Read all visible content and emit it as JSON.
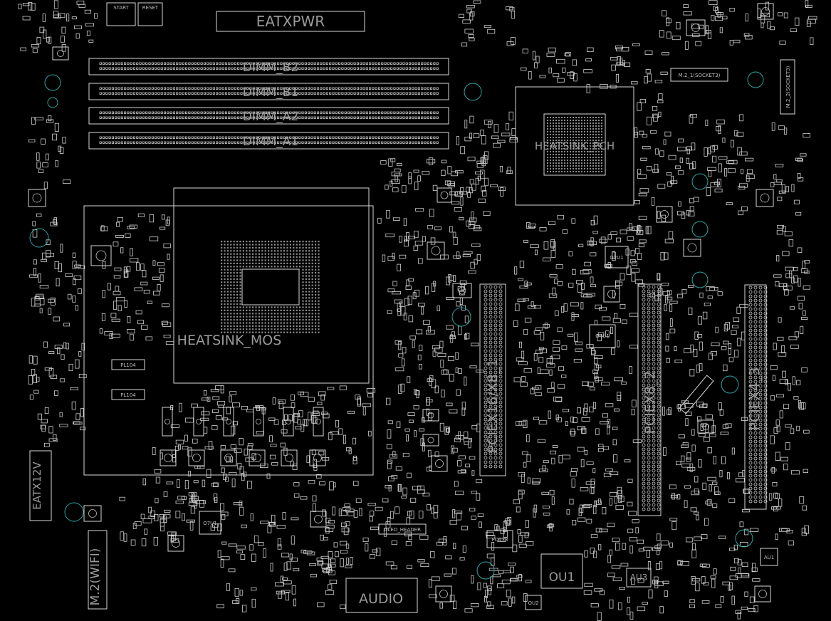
{
  "board": {
    "background": "#000000",
    "line_color": "#d8d8d8",
    "hole_color": "#2aa3a3"
  },
  "labels": {
    "eatxpwr": "EATXPWR",
    "dimm_b2": "DIMM_B2",
    "dimm_b1": "DIMM_B1",
    "dimm_a2": "DIMM_A2",
    "dimm_a1": "DIMM_A1",
    "heatsink_pch": "HEATSINK_PCH",
    "heatsink_mos": "HEATSINK_MOS",
    "pciex16x8_1": "PCIEX16/X8_1",
    "pciex8_2": "PCIEX8_2",
    "pciex4_3": "PCIEX4_3",
    "m2_wifi": "M.2(WIFI)",
    "eatx12v": "EATX12V",
    "audio": "AUDIO",
    "ou1": "OU1",
    "o2u1": "O2U1",
    "o4u1": "O4U1",
    "o7u1": "O7U1",
    "au3": "AU3",
    "au1": "AU1",
    "ou2": "OU2",
    "m2_1_socket3": "M.2_1(SOCKET3)",
    "m2_2_socket3": "M.2_2(SOCKET3)",
    "oled_header": "OLED_HEADER",
    "pl104_a": "PL104",
    "pl104_b": "PL104",
    "start": "START",
    "reset": "RESET",
    "pq433": "PQ433"
  }
}
